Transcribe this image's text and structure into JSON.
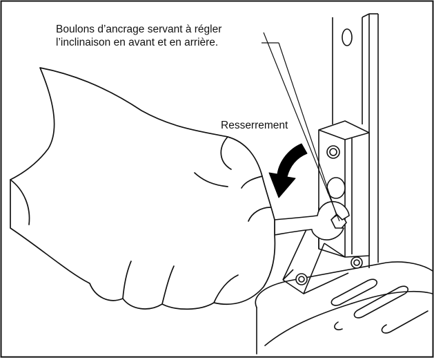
{
  "illustration": {
    "callout": {
      "line1": "Boulons d’ancrage servant à régler",
      "line2": "l’inclinaison en avant et en arrière."
    },
    "tightening_label": "Resserrement",
    "colors": {
      "ink": "#111111",
      "paper": "#ffffff",
      "arrow": "#000000"
    }
  }
}
